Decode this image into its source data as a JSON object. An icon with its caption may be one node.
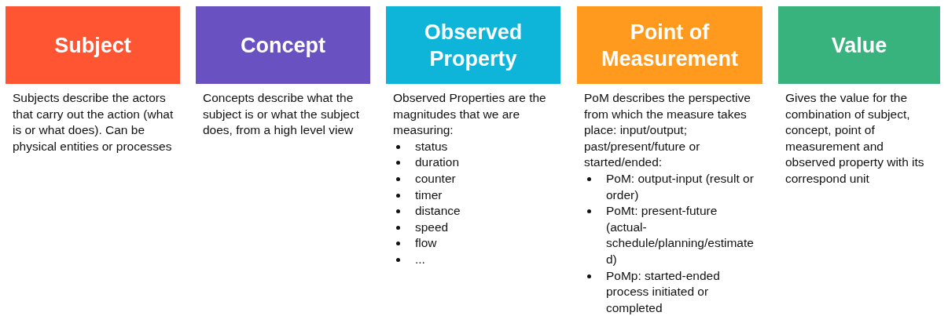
{
  "diagram": {
    "nodes": [
      {
        "text": [
          "Subject"
        ],
        "beside": [
          "Subjects describe the actors that carry out the action (what is or what does). Can be physical entities or processes"
        ]
      },
      {
        "text": [
          "Concept"
        ],
        "beside": [
          "Concepts describe what the subject is or what the subject does, from a high level view"
        ]
      },
      {
        "text": [
          "Observed Property"
        ],
        "beside": [
          "Observed Properties are the magnitudes that we are measuring:",
          "status",
          "duration",
          "counter",
          "timer",
          "distance",
          "speed",
          "flow",
          "..."
        ]
      },
      {
        "text": [
          "Point of Measurement"
        ],
        "beside": [
          "PoM describes the perspective from which the measure takes place: input/output; past/present/future or started/ended:",
          "PoM: output-input (result or order)",
          "PoMt: present-future (actual-schedule/planning/estimated)",
          "PoMp: started-ended process initiated or completed"
        ]
      },
      {
        "text": [
          "Value"
        ],
        "beside": [
          "Gives the value for the combination of subject, concept, point of measurement and observed property with its correspond unit"
        ]
      }
    ]
  }
}
